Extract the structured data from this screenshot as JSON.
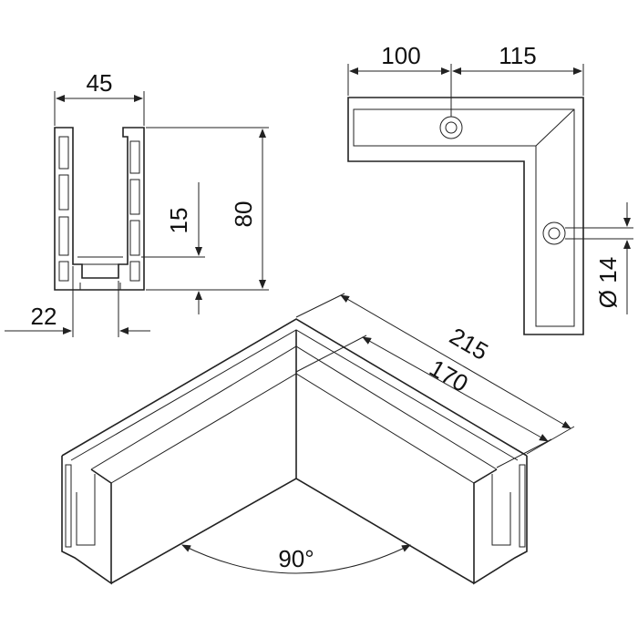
{
  "dimensions": {
    "profile_width": "45",
    "profile_height": "80",
    "inner_depth": "15",
    "base_width": "22",
    "leg_a": "100",
    "leg_b": "115",
    "hole_diameter": "Ø 14",
    "outer_length": "215",
    "inner_length": "170",
    "angle": "90°"
  },
  "colors": {
    "line": "#222222",
    "background": "#ffffff"
  }
}
